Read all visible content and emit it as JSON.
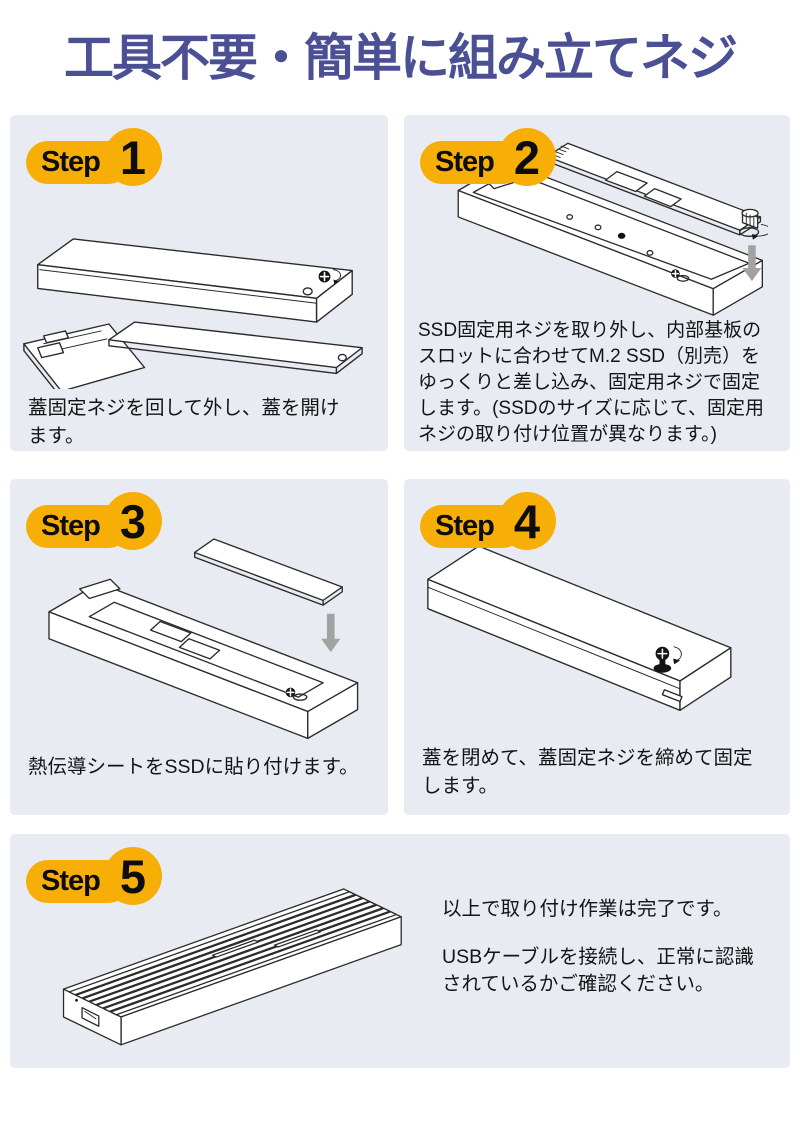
{
  "title": "工具不要・簡単に組み立てネジ",
  "colors": {
    "page_background": "#FFFFFF",
    "panel_background": "#E9EBF3",
    "title_text": "#4B5094",
    "badge_yellow": "#F7AF07",
    "body_text": "#141414",
    "arrow_gray": "#A2A2A2"
  },
  "steps": [
    {
      "label": "Step",
      "number": "1",
      "text": "蓋固定ネジを回して外し、蓋を開けます。",
      "lines": [
        "蓋固定ネジを回して外し、蓋を開け",
        "ます。"
      ]
    },
    {
      "label": "Step",
      "number": "2",
      "text": "SSD固定用ネジを取り外し、内部基板のスロットに合わせてM.2 SSD（別売）をゆっくりと差し込み、固定用ネジで固定します。(SSDのサイズに応じて、固定用ネジの取り付け位置が異なります。)",
      "lines": [
        "SSD固定用ネジを取り外し、内部基板の",
        "スロットに合わせてM.2 SSD（別売）を",
        "ゆっくりと差し込み、固定用ネジで固定",
        "します。(SSDのサイズに応じて、固定用",
        "ネジの取り付け位置が異なります。)"
      ]
    },
    {
      "label": "Step",
      "number": "3",
      "text": "熱伝導シートをSSDに貼り付けます。",
      "lines": [
        "熱伝導シートをSSDに貼り付けます。"
      ]
    },
    {
      "label": "Step",
      "number": "4",
      "text": "蓋を閉めて、蓋固定ネジを締めて固定します。",
      "lines": [
        "蓋を閉めて、蓋固定ネジを締めて固定",
        "します。"
      ]
    },
    {
      "label": "Step",
      "number": "5",
      "text": "以上で取り付け作業は完了です。 USBケーブルを接続し、正常に認識されているかご確認ください。",
      "paragraphs": [
        {
          "lines": [
            "以上で取り付け作業は完了です。"
          ]
        },
        {
          "lines": [
            "USBケーブルを接続し、正常に認識",
            "されているかご確認ください。"
          ]
        }
      ]
    }
  ]
}
